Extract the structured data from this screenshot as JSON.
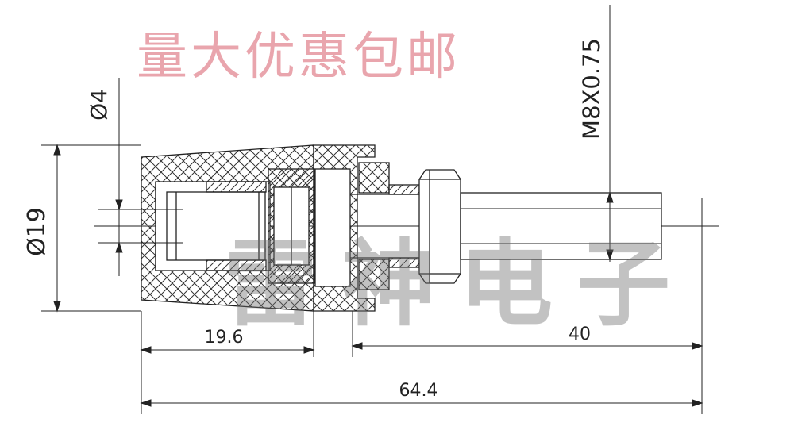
{
  "promo_text": "量大优惠包邮",
  "watermark_text": "雷神电子",
  "dimensions": {
    "pin_diameter": "Ø4",
    "body_diameter": "Ø19",
    "thread_spec": "M8X0.75",
    "head_length": "19.6",
    "thread_length": "40",
    "total_length": "64.4"
  },
  "colors": {
    "line": "#222222",
    "promo": "#e9a5ad",
    "watermark": "#6e6e6e"
  }
}
